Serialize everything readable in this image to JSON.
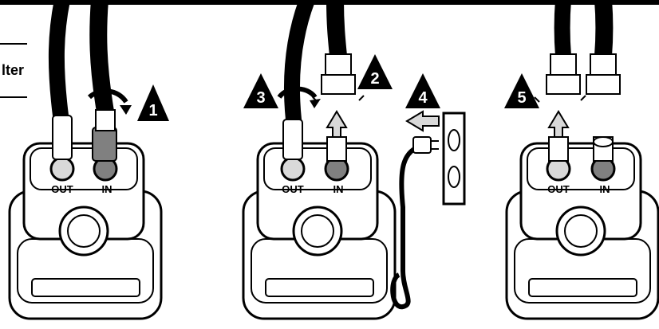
{
  "side_label": "lter",
  "panels": [
    {
      "out": "OUT",
      "in": "IN"
    },
    {
      "out": "OUT",
      "in": "IN"
    },
    {
      "out": "OUT",
      "in": "IN"
    }
  ],
  "steps": [
    "1",
    "2",
    "3",
    "4",
    "5"
  ],
  "colors": {
    "ink": "#000000",
    "gray": "#808080",
    "light": "#d9d9d9",
    "paper": "#ffffff"
  }
}
